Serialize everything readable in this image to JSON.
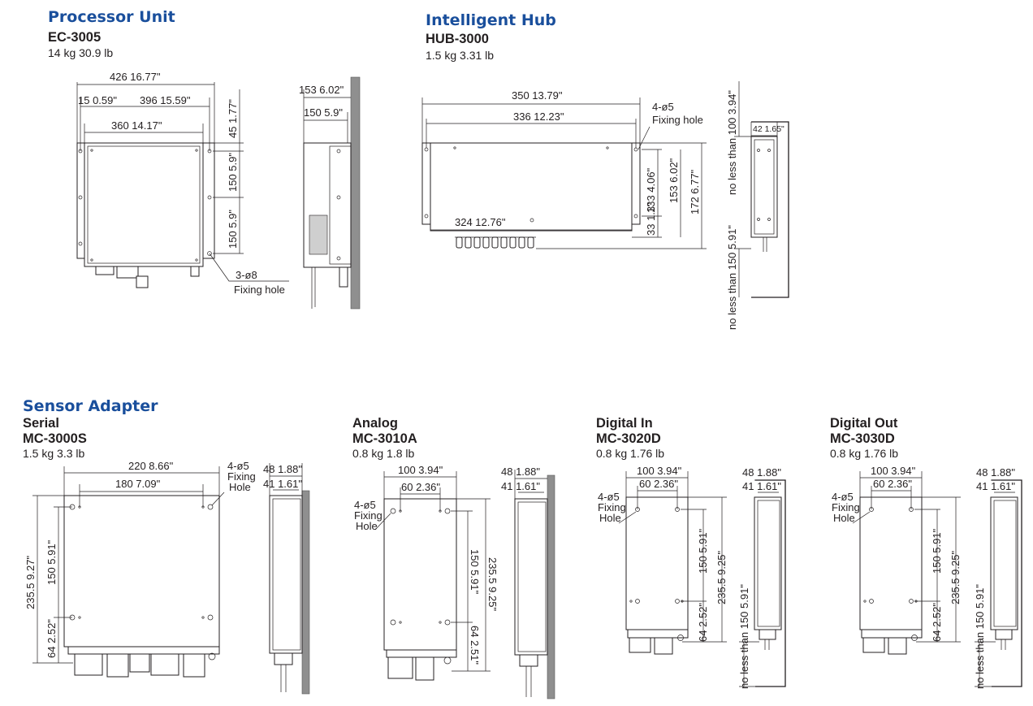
{
  "processor": {
    "heading": "Processor Unit",
    "model": "EC-3005",
    "weight": "14 kg  30.9 lb",
    "dims": {
      "overall_w": "426  16.77\"",
      "edge": "15  0.59\"",
      "hole_span": "396  15.59\"",
      "inner_w": "360  14.17\"",
      "top": "45  1.77\"",
      "mid": "150  5.9\"",
      "low": "150  5.9\"",
      "side_depth": "153  6.02\"",
      "side_inner": "150  5.9\"",
      "hole_count": "3-ø8",
      "hole_label": "Fixing hole"
    }
  },
  "hub": {
    "heading": "Intelligent Hub",
    "model": "HUB-3000",
    "weight": "1.5 kg  3.31 lb",
    "dims": {
      "overall_w": "350  13.79\"",
      "hole_span": "336  12.23\"",
      "inner_w": "324  12.76\"",
      "hole_count": "4-ø5",
      "hole_label": "Fixing hole",
      "h133": "133  4.06\"",
      "h33": "33  1.3\"",
      "h153": "153  6.02\"",
      "h172": "172  6.77\"",
      "depth": "42  1.65\"",
      "clear_top": "no less than 100  3.94\"",
      "clear_bottom": "no less than 150  5.91\""
    }
  },
  "adapter": {
    "heading": "Sensor Adapter",
    "serial": {
      "type": "Serial",
      "model": "MC-3000S",
      "weight": "1.5 kg  3.3 lb",
      "overall_w": "220  8.66\"",
      "hole_span": "180  7.09\"",
      "hole_count": "4-ø5",
      "hole_label_1": "Fixing",
      "hole_label_2": "Hole",
      "height": "235.5  9.27\"",
      "mid": "150  5.91\"",
      "low": "64  2.52\"",
      "side_outer": "48  1.88\"",
      "side_inner": "41  1.61\""
    },
    "analog": {
      "type": "Analog",
      "model": "MC-3010A",
      "weight": "0.8 kg  1.8 lb",
      "overall_w": "100  3.94\"",
      "hole_span": "60  2.36\"",
      "hole_count": "4-ø5",
      "hole_label_1": "Fixing",
      "hole_label_2": "Hole",
      "mid": "150  5.91\"",
      "height": "235.5  9.25\"",
      "low": "64  2.51\"",
      "side_outer": "48  1.88\"",
      "side_inner": "41  1.61\""
    },
    "digital_in": {
      "type": "Digital In",
      "model": "MC-3020D",
      "weight": "0.8 kg  1.76 lb",
      "overall_w": "100  3.94\"",
      "hole_span": "60  2.36\"",
      "hole_count": "4-ø5",
      "hole_label_1": "Fixing",
      "hole_label_2": "Hole",
      "mid": "150  5.91\"",
      "height": "235.5  9.25\"",
      "low": "64  2.52\"",
      "side_outer": "48  1.88\"",
      "side_inner": "41  1.61\"",
      "clear": "no less than 150  5.91\""
    },
    "digital_out": {
      "type": "Digital Out",
      "model": "MC-3030D",
      "weight": "0.8 kg  1.76 lb",
      "overall_w": "100  3.94\"",
      "hole_span": "60  2.36\"",
      "hole_count": "4-ø5",
      "hole_label_1": "Fixing",
      "hole_label_2": "Hole",
      "mid": "150  5.91\"",
      "height": "235.5  9.25\"",
      "low": "64  2.52\"",
      "side_outer": "48  1.88\"",
      "side_inner": "41  1.61\"",
      "clear": "no less than 150  5.91\""
    }
  }
}
